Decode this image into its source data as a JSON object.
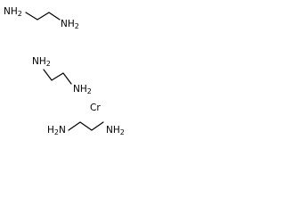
{
  "molecules": [
    {
      "name": "ethylenediamine-1",
      "left_label": "NH2",
      "right_label": "NH2"
    },
    {
      "name": "ethylenediamine-2",
      "left_label": "NH2",
      "right_label": "NH2"
    },
    {
      "name": "ethylenediamine-3",
      "left_label": "H2N",
      "right_label": "NH2"
    }
  ],
  "metal_label": "Cr",
  "colors": {
    "ink": "#000000",
    "background": "#ffffff"
  }
}
